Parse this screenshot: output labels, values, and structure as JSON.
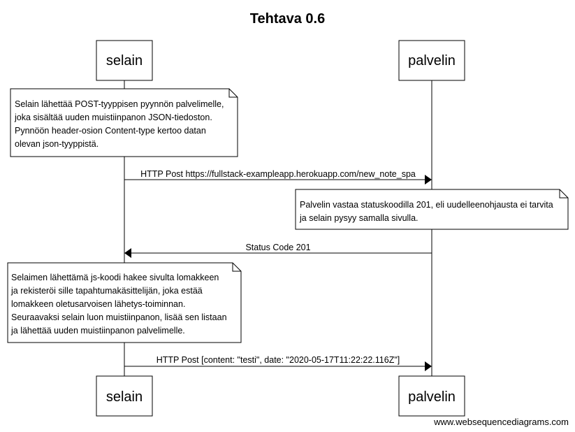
{
  "title": "Tehtava 0.6",
  "participants": [
    {
      "id": "selain",
      "label": "selain"
    },
    {
      "id": "palvelin",
      "label": "palvelin"
    }
  ],
  "notes": [
    {
      "over": "selain",
      "lines": [
        "Selain lähettää POST-tyyppisen pyynnön palvelimelle,",
        "joka sisältää uuden muistiinpanon JSON-tiedoston.",
        "Pynnöön header-osion Content-type kertoo datan",
        "olevan json-tyyppistä."
      ]
    },
    {
      "over": "palvelin",
      "lines": [
        "Palvelin vastaa statuskoodilla 201, eli uudelleenohjausta ei tarvita",
        "ja selain pysyy samalla sivulla."
      ]
    },
    {
      "over": "selain",
      "lines": [
        "Selaimen lähettämä js-koodi hakee sivulta lomakkeen",
        "ja rekisteröi sille tapahtumakäsittelijän, joka estää",
        "lomakkeen oletusarvoisen lähetys-toiminnan.",
        "Seuraavaksi selain luon muistiinpanon, lisää sen listaan",
        "ja lähettää uuden muistiinpanon palvelimelle."
      ]
    }
  ],
  "messages": [
    {
      "from": "selain",
      "to": "palvelin",
      "label": "HTTP Post https://fullstack-exampleapp.herokuapp.com/new_note_spa"
    },
    {
      "from": "palvelin",
      "to": "selain",
      "label": "Status Code 201"
    },
    {
      "from": "selain",
      "to": "palvelin",
      "label": "HTTP Post [content: \"testi\", date: \"2020-05-17T11:22:22.116Z\"]"
    }
  ],
  "watermark": "www.websequencediagrams.com"
}
